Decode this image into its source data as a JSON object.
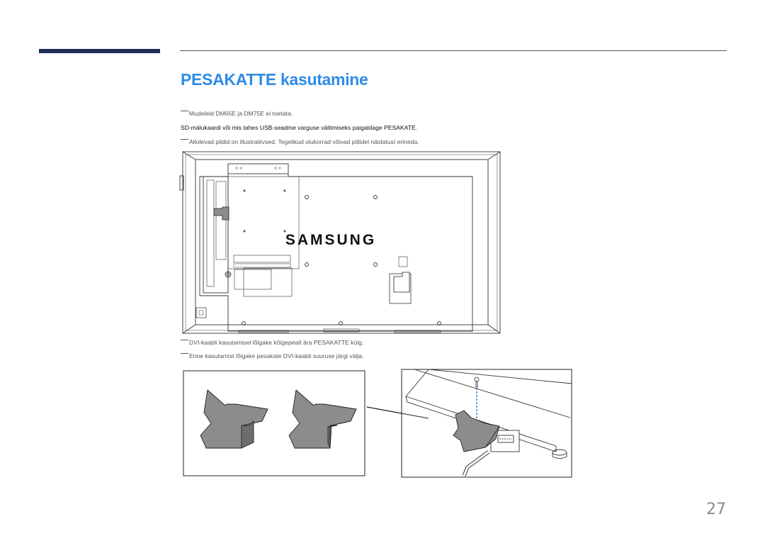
{
  "page": {
    "title": "PESAKATTE kasutamine",
    "note1": "Mudeleid DM65E ja DM75E ei toetata.",
    "paragraph": "SD-mälukaardi või mis tahes USB-seadme varguse vältimiseks paigaldage PESAKATE.",
    "note2": "Allolevad pildid on illustratiivsed. Tegelikud olukorrad võivad piltidel näidatust erineda.",
    "note3": "DVI-kaabli kasutamisel lõigake kõigepealt ära PESAKATTE külg.",
    "note4": "Enne kasutamist lõigake pesakate DVI-kaabli suuruse järgi välja.",
    "page_number": "27"
  },
  "figures": {
    "brand_logo": "SAMSUNG"
  },
  "colors": {
    "title": "#2e8be6",
    "header_bar": "#1f2d52",
    "cover_fill": "#8c8c8c"
  }
}
